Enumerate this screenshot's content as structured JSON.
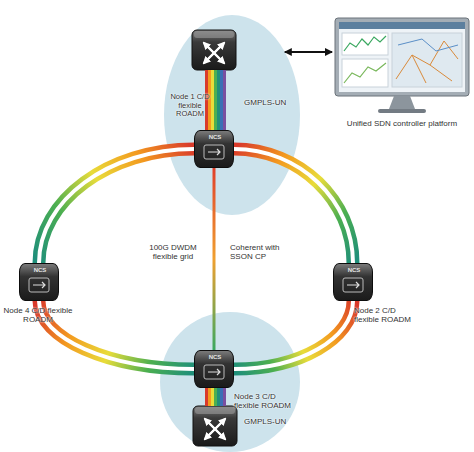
{
  "diagram": {
    "nodes": [
      {
        "text": [
          "Node 1 C/D flexible ROADM"
        ]
      },
      {
        "text": [
          "NCS"
        ],
        "in": 0
      },
      {
        "text": [
          "Unified SDN controller platform"
        ]
      },
      {
        "text": [
          "NCS",
          "Node 4 C/D flexible ROADM"
        ]
      },
      {
        "text": [
          "NCS",
          "Node 2 C/D flexible ROADM"
        ]
      },
      {
        "text": [
          "Node 3 C/D flexible ROADM"
        ]
      },
      {
        "text": [
          "NCS"
        ],
        "in": 5
      }
    ],
    "edges": [
      {
        "from": 0,
        "to": 2,
        "arrow": "both"
      },
      {
        "from": 1,
        "to": 4,
        "arrow": "none"
      },
      {
        "from": 1,
        "to": 3,
        "arrow": "none"
      },
      {
        "from": 4,
        "to": 6,
        "arrow": "none"
      },
      {
        "from": 3,
        "to": 6,
        "arrow": "none"
      },
      {
        "from": 1,
        "to": 6,
        "arrow": "none",
        "label": "Coherent with SSON CP"
      }
    ],
    "labels": [
      "GMPLS-UN",
      "100G DWDM flexible grid",
      "GMPLS-UN"
    ]
  }
}
